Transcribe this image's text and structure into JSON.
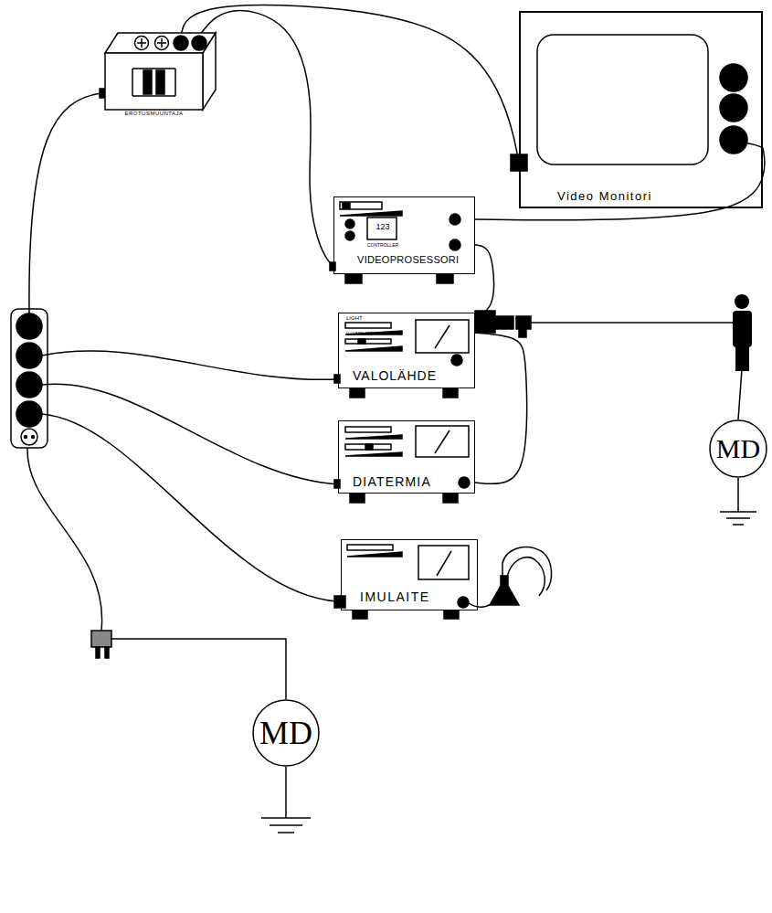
{
  "diagram": {
    "nodes": [
      {
        "text": [
          "EROTUSMUUNTAJA"
        ]
      },
      {
        "text": [
          "Video Monitori"
        ]
      },
      {
        "text": [
          "123",
          "CONTROLLER",
          "VIDEOPROSESSORI"
        ]
      },
      {
        "text": [
          "LIGHT",
          "ILLUMINATE",
          "VALOLÄHDE"
        ]
      },
      {
        "text": [
          "DIATERMIA"
        ]
      },
      {
        "text": [
          "MD"
        ]
      },
      {
        "text": [
          "IMULAITE"
        ]
      },
      {
        "text": [
          "MD"
        ]
      }
    ],
    "edges": [
      {
        "from": 0,
        "to": 1,
        "arrow": "none"
      },
      {
        "from": 0,
        "to": 2,
        "arrow": "none"
      },
      {
        "from": 1,
        "to": 2,
        "arrow": "none"
      },
      {
        "from": 2,
        "to": 3,
        "arrow": "none"
      },
      {
        "from": 4,
        "to": 3,
        "arrow": "none"
      }
    ]
  }
}
